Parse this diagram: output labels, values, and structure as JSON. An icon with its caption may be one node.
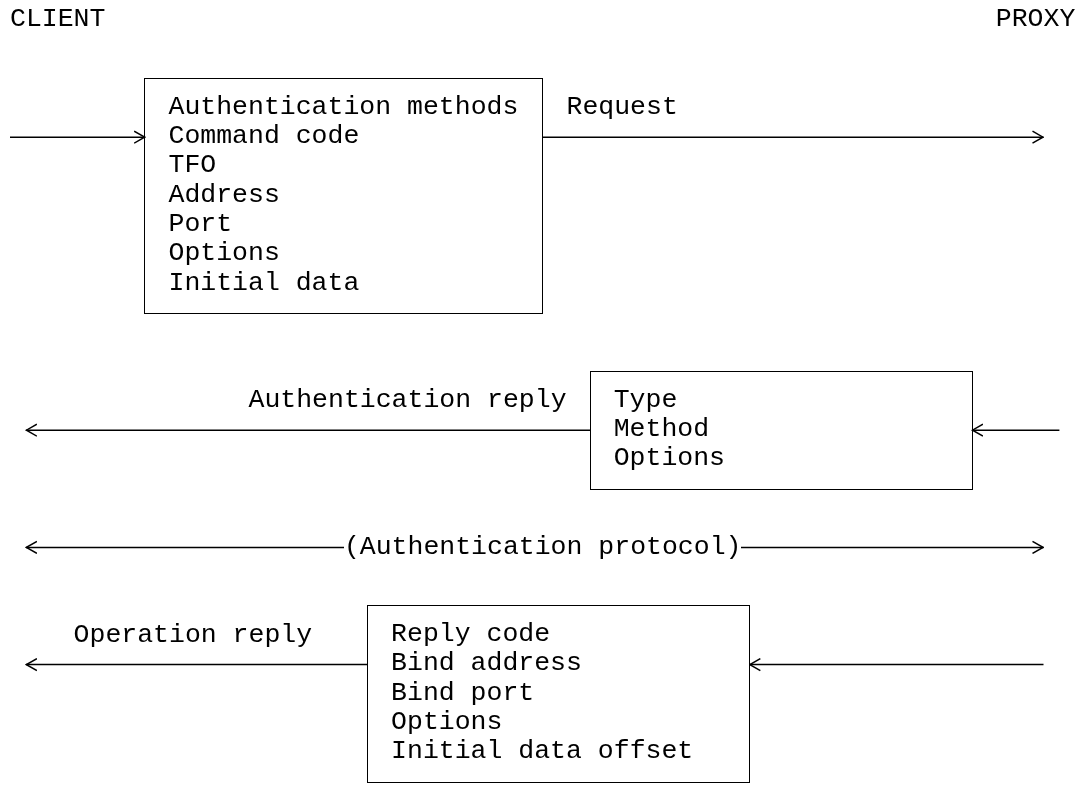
{
  "diagram": {
    "nodes": [
      {
        "text": [
          "Authentication methods",
          "Command code",
          "TFO",
          "Address",
          "Port",
          "Options",
          "Initial data"
        ],
        "beside": [
          "Request"
        ]
      },
      {
        "text": [
          "Type",
          "Method",
          "Options"
        ],
        "beside": [
          "Authentication reply"
        ]
      },
      {
        "text": [
          "Reply code",
          "Bind address",
          "Bind port",
          "Options",
          "Initial data offset"
        ],
        "beside": [
          "Operation reply"
        ]
      }
    ],
    "edges": [
      {
        "from": null,
        "to": 0,
        "arrow": "to"
      },
      {
        "from": 0,
        "to": null,
        "arrow": "to"
      },
      {
        "from": null,
        "to": 1,
        "arrow": "to"
      },
      {
        "from": 1,
        "to": null,
        "arrow": "to"
      },
      {
        "from": null,
        "to": 2,
        "arrow": "to"
      },
      {
        "from": 2,
        "to": null,
        "arrow": "to"
      }
    ],
    "labels": [
      "CLIENT",
      "PROXY",
      "(Authentication protocol)"
    ]
  }
}
